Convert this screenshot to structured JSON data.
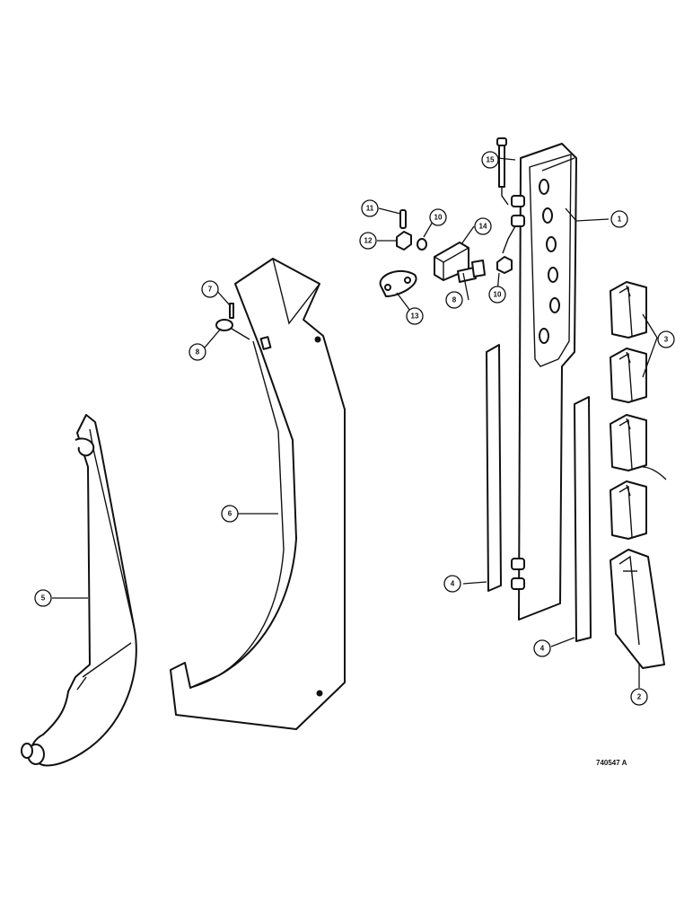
{
  "drawing": {
    "reference_number": "740547  A"
  },
  "callouts": {
    "c1": "1",
    "c2": "2",
    "c3": "3",
    "c4a": "4",
    "c4b": "4",
    "c5": "5",
    "c6": "6",
    "c7": "7",
    "c8a": "8",
    "c8b": "8",
    "c10a": "10",
    "c10b": "10",
    "c11": "11",
    "c12": "12",
    "c13": "13",
    "c14": "14",
    "c15": "15"
  }
}
